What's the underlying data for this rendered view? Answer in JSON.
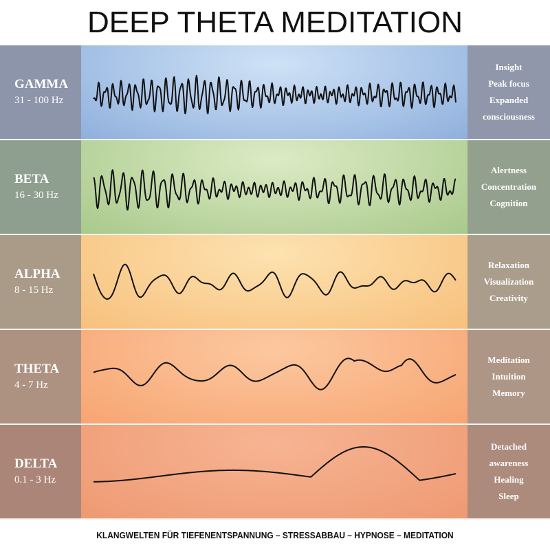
{
  "title": "DEEP THETA MEDITATION",
  "footer": "KLANGWELTEN FÜR TIEFENENTSPANNUNG – STRESSABBAU – HYPNOSE – MEDITATION",
  "bands": [
    {
      "name": "GAMMA",
      "range": "31 - 100 Hz",
      "traits": [
        "Insight",
        "Peak focus",
        "Expanded",
        "consciousness"
      ],
      "colors": {
        "side": "#8d95ab",
        "center": "#cfe2f6",
        "edge": "#8fb0dd",
        "side_right": "#9097ab"
      },
      "wave_icon": "gamma-wave"
    },
    {
      "name": "BETA",
      "range": "16 - 30 Hz",
      "traits": [
        "Alertness",
        "Concentration",
        "Cognition"
      ],
      "colors": {
        "side": "#8f9f8f",
        "center": "#dcebc4",
        "edge": "#a9c98c",
        "side_right": "#94a08e"
      },
      "wave_icon": "beta-wave"
    },
    {
      "name": "ALPHA",
      "range": "8 - 15 Hz",
      "traits": [
        "Relaxation",
        "Visualization",
        "Creativity"
      ],
      "colors": {
        "side": "#aa9a88",
        "center": "#fde2b0",
        "edge": "#f7c07c",
        "side_right": "#ab9d8c"
      },
      "wave_icon": "alpha-wave"
    },
    {
      "name": "THETA",
      "range": "4 - 7 Hz",
      "traits": [
        "Meditation",
        "Intuition",
        "Memory"
      ],
      "colors": {
        "side": "#ad9282",
        "center": "#fcc8a0",
        "edge": "#f7a572",
        "side_right": "#ae9687"
      },
      "wave_icon": "theta-wave"
    },
    {
      "name": "DELTA",
      "range": "0.1 - 3 Hz",
      "traits": [
        "Detached",
        "awareness",
        "Healing",
        "Sleep"
      ],
      "colors": {
        "side": "#ab8678",
        "center": "#f7b493",
        "edge": "#ee9a72",
        "side_right": "#ac8b7d"
      },
      "wave_icon": "delta-wave"
    }
  ]
}
